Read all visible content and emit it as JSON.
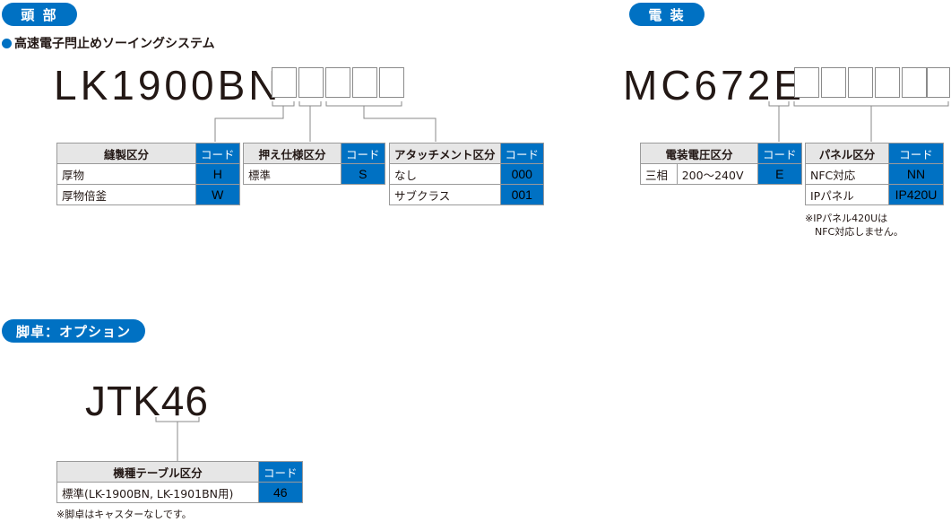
{
  "head": {
    "pill": "頭 部",
    "subtitle": "高速電子閂止めソーイングシステム",
    "model": "LK1900BN",
    "table1": {
      "header": "縫製区分",
      "code_header": "コード",
      "rows": [
        {
          "label": "厚物",
          "code": "H"
        },
        {
          "label": "厚物倍釜",
          "code": "W"
        }
      ]
    },
    "table2": {
      "header": "押え仕様区分",
      "code_header": "コード",
      "rows": [
        {
          "label": "標準",
          "code": "S"
        }
      ]
    },
    "table3": {
      "header": "アタッチメント区分",
      "code_header": "コード",
      "rows": [
        {
          "label": "なし",
          "code": "000"
        },
        {
          "label": "サブクラス",
          "code": "001"
        }
      ]
    }
  },
  "motor": {
    "pill": "電 装",
    "model": "MC672E",
    "table1": {
      "header": "電装電圧区分",
      "code_header": "コード",
      "rows": [
        {
          "label1": "三相",
          "label2": "200〜240V",
          "code": "E"
        }
      ]
    },
    "table2": {
      "header": "パネル区分",
      "code_header": "コード",
      "rows": [
        {
          "label": "NFC対応",
          "code": "NN"
        },
        {
          "label": "IPパネル",
          "code": "IP420U"
        }
      ]
    },
    "note_line1": "※IPパネル420Uは",
    "note_line2": "NFC対応しません。"
  },
  "stand": {
    "pill": "脚卓：オプション",
    "model": "JTK46",
    "table": {
      "header": "機種テーブル区分",
      "code_header": "コード",
      "rows": [
        {
          "label": "標準(LK-1900BN, LK-1901BN用)",
          "code": "46"
        }
      ]
    },
    "note": "※脚卓はキャスターなしです。"
  },
  "colors": {
    "accent": "#0071c3",
    "header_bg": "#e6e6e6",
    "text": "#231815"
  }
}
